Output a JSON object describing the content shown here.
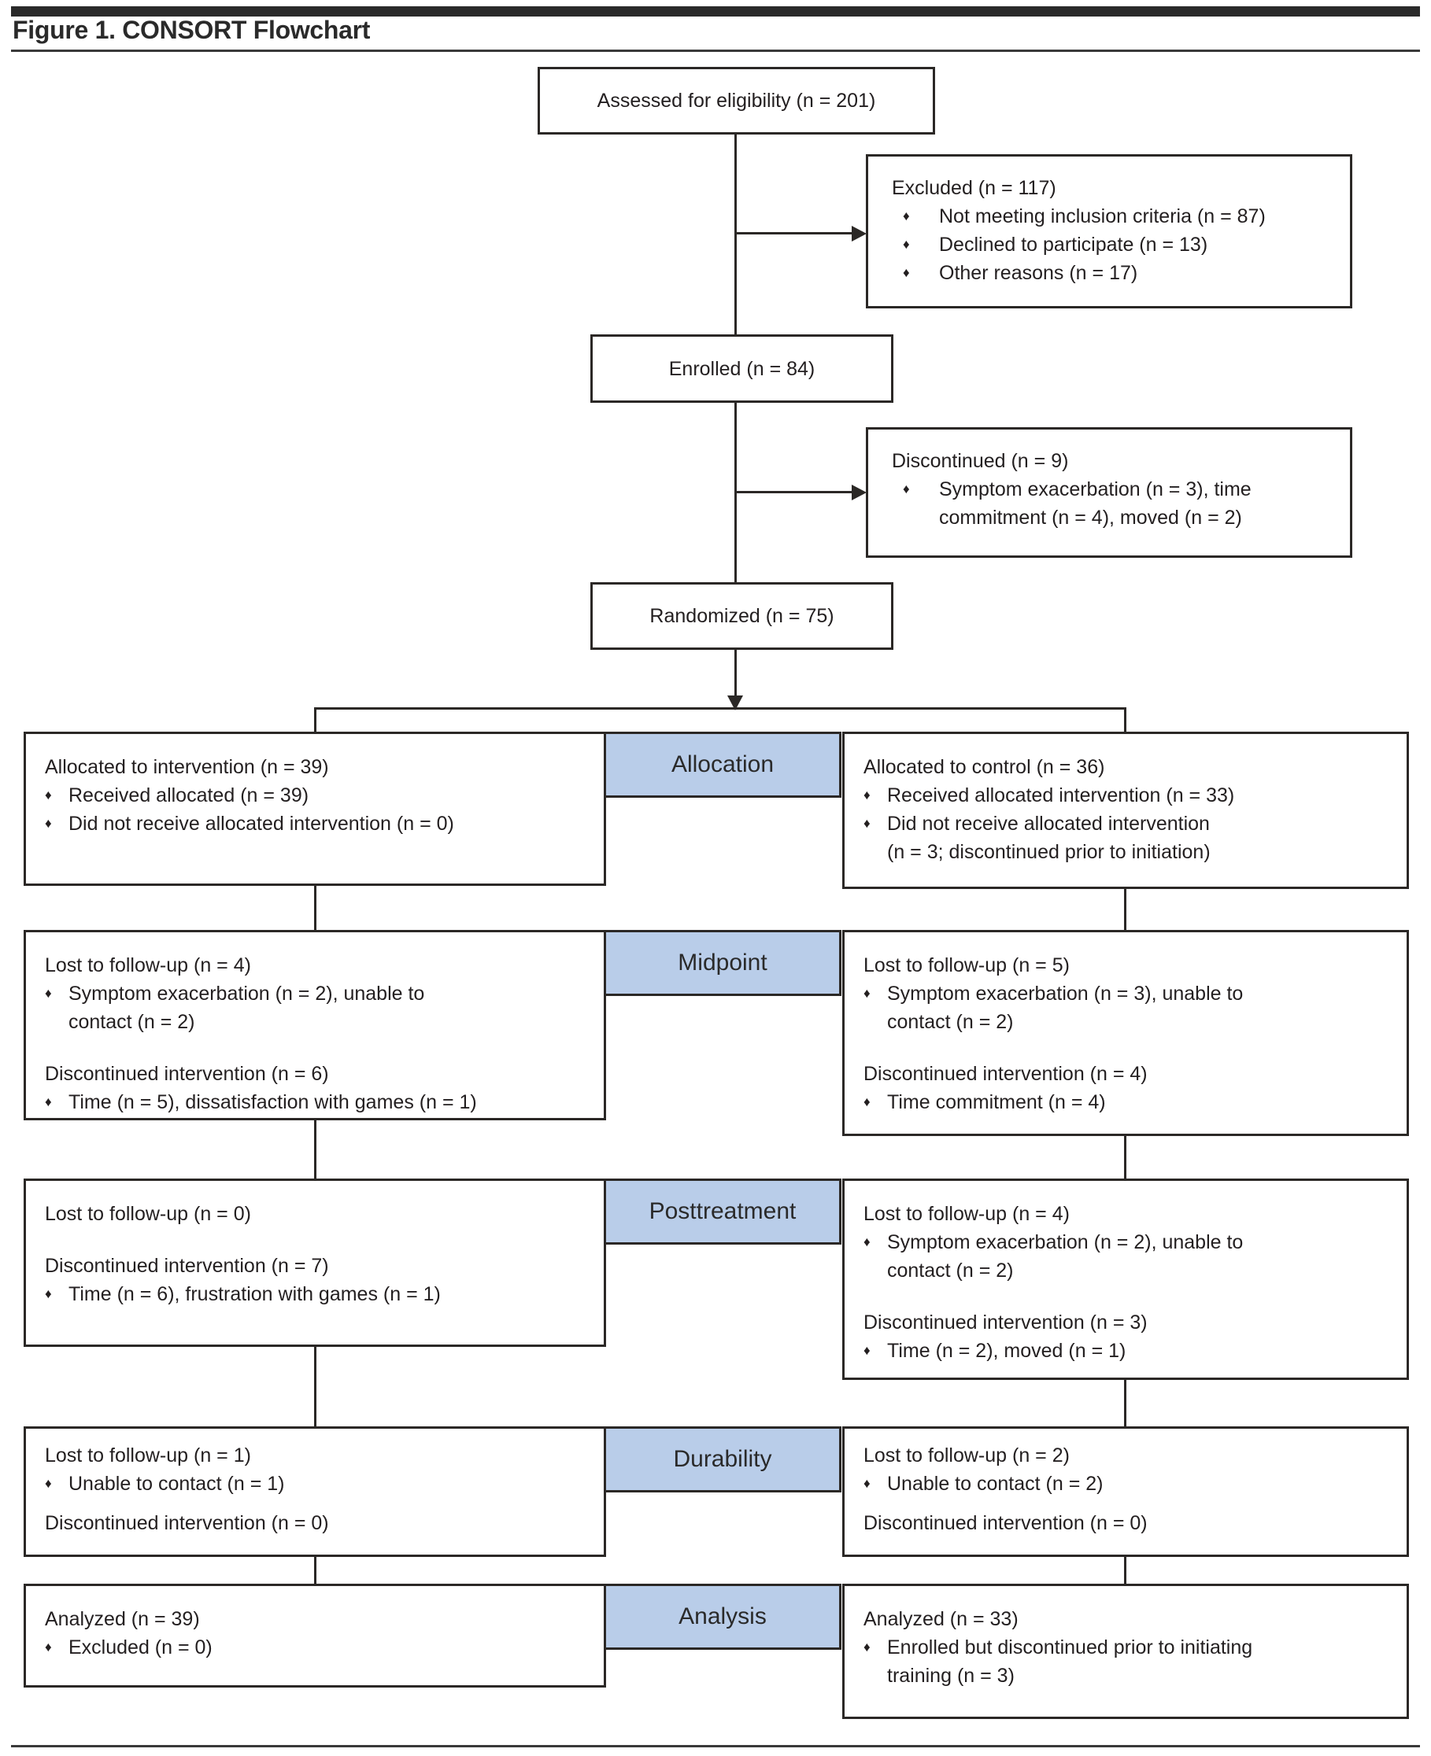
{
  "title": "Figure 1. CONSORT Flowchart",
  "bullet_char": "♦",
  "colors": {
    "label_fill": "#b9cde9",
    "line": "#2b2826",
    "text": "#231f20"
  },
  "top": {
    "assessed": "Assessed for eligibility (n = 201)",
    "excluded": {
      "header": "Excluded (n = 117)",
      "bullets": [
        {
          "lines": [
            "Not meeting inclusion criteria (n = 87)"
          ]
        },
        {
          "lines": [
            "Declined to participate (n = 13)"
          ]
        },
        {
          "lines": [
            "Other reasons (n = 17)"
          ]
        }
      ]
    },
    "enrolled": "Enrolled (n = 84)",
    "discontinued": {
      "header": "Discontinued (n = 9)",
      "bullets": [
        {
          "lines": [
            "Symptom exacerbation (n = 3), time",
            "commitment (n = 4), moved (n = 2)"
          ]
        }
      ]
    },
    "randomized": "Randomized (n = 75)"
  },
  "rows": [
    {
      "label": "Allocation",
      "left": {
        "groups": [
          {
            "header": "Allocated to intervention (n = 39)",
            "bullets": [
              {
                "lines": [
                  "Received allocated (n = 39)"
                ]
              },
              {
                "lines": [
                  "Did not receive allocated intervention (n = 0)"
                ]
              }
            ]
          }
        ]
      },
      "right": {
        "groups": [
          {
            "header": "Allocated to control (n = 36)",
            "bullets": [
              {
                "lines": [
                  "Received allocated intervention (n = 33)"
                ]
              },
              {
                "lines": [
                  "Did not receive allocated intervention",
                  "(n = 3; discontinued prior to initiation)"
                ]
              }
            ]
          }
        ]
      }
    },
    {
      "label": "Midpoint",
      "left": {
        "groups": [
          {
            "header": "Lost to follow-up (n = 4)",
            "bullets": [
              {
                "lines": [
                  "Symptom exacerbation (n = 2), unable to",
                  "contact (n = 2)"
                ]
              }
            ]
          },
          {
            "header": "Discontinued intervention (n = 6)",
            "bullets": [
              {
                "lines": [
                  "Time (n = 5), dissatisfaction with games (n = 1)"
                ]
              }
            ]
          }
        ]
      },
      "right": {
        "groups": [
          {
            "header": "Lost to follow-up (n = 5)",
            "bullets": [
              {
                "lines": [
                  "Symptom exacerbation (n = 3), unable to",
                  "contact (n = 2)"
                ]
              }
            ]
          },
          {
            "header": "Discontinued intervention (n = 4)",
            "bullets": [
              {
                "lines": [
                  "Time commitment (n = 4)"
                ]
              }
            ]
          }
        ]
      }
    },
    {
      "label": "Posttreatment",
      "left": {
        "groups": [
          {
            "header": "Lost to follow-up (n = 0)",
            "bullets": []
          },
          {
            "header": "Discontinued intervention (n = 7)",
            "bullets": [
              {
                "lines": [
                  "Time (n = 6), frustration with games (n = 1)"
                ]
              }
            ]
          }
        ]
      },
      "right": {
        "groups": [
          {
            "header": "Lost to follow-up (n = 4)",
            "bullets": [
              {
                "lines": [
                  "Symptom exacerbation (n = 2), unable to",
                  "contact (n = 2)"
                ]
              }
            ]
          },
          {
            "header": "Discontinued intervention (n = 3)",
            "bullets": [
              {
                "lines": [
                  "Time (n = 2), moved (n = 1)"
                ]
              }
            ]
          }
        ]
      }
    },
    {
      "label": "Durability",
      "left": {
        "groups": [
          {
            "header": "Lost to follow-up (n = 1)",
            "bullets": [
              {
                "lines": [
                  "Unable to contact (n = 1)"
                ]
              }
            ]
          },
          {
            "header": "Discontinued intervention (n = 0)",
            "bullets": []
          }
        ]
      },
      "right": {
        "groups": [
          {
            "header": "Lost to follow-up (n = 2)",
            "bullets": [
              {
                "lines": [
                  "Unable to contact (n = 2)"
                ]
              }
            ]
          },
          {
            "header": "Discontinued intervention (n = 0)",
            "bullets": []
          }
        ]
      }
    },
    {
      "label": "Analysis",
      "left": {
        "groups": [
          {
            "header": "Analyzed (n = 39)",
            "bullets": [
              {
                "lines": [
                  "Excluded (n = 0)"
                ]
              }
            ]
          }
        ]
      },
      "right": {
        "groups": [
          {
            "header": "Analyzed (n = 33)",
            "bullets": [
              {
                "lines": [
                  "Enrolled but discontinued prior to initiating",
                  "training (n = 3)"
                ]
              }
            ]
          }
        ]
      }
    }
  ]
}
